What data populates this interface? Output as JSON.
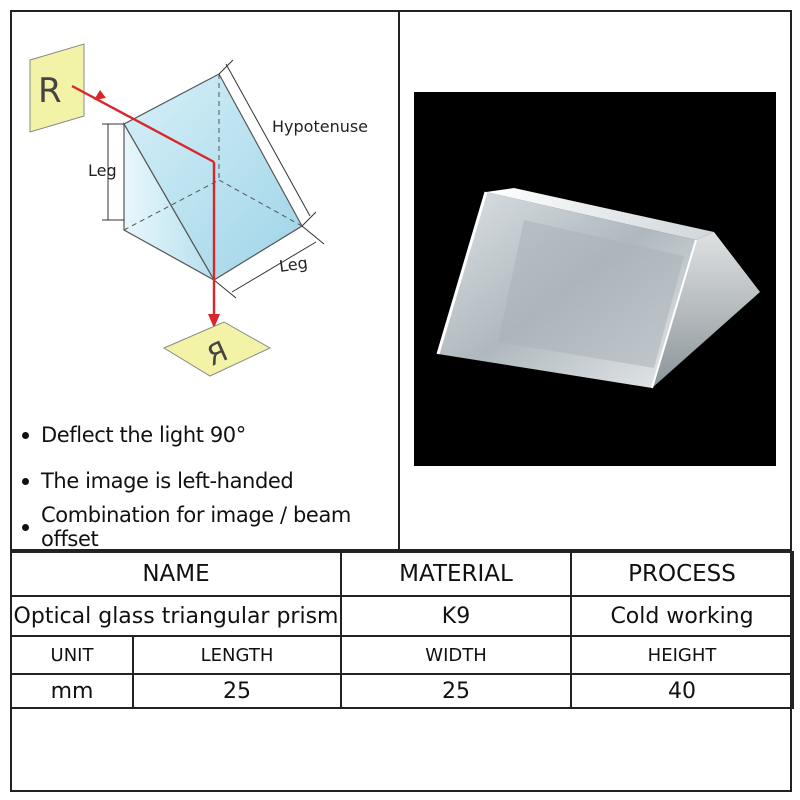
{
  "diagram": {
    "image_letter": "R",
    "hypotenuse_label": "Hypotenuse",
    "leg_label_vertical": "Leg",
    "leg_label_bottom": "Leg"
  },
  "features": [
    "Deflect the light 90°",
    "The image is left-handed",
    "Combination for image / beam offset"
  ],
  "spec_table": {
    "headers": {
      "name": "NAME",
      "material": "MATERIAL",
      "process": "PROCESS"
    },
    "values": {
      "name": "Optical glass triangular prism",
      "material": "K9",
      "process": "Cold working"
    },
    "dim_headers": {
      "unit": "UNIT",
      "length": "LENGTH",
      "width": "WIDTH",
      "height": "HEIGHT"
    },
    "dim_values": {
      "unit": "mm",
      "length": "25",
      "width": "25",
      "height": "40"
    }
  },
  "colors": {
    "arrow": "#d9262c",
    "image_card": "#f3f3a8",
    "prism_glass": "#bfe6f3",
    "photo_background": "#000000"
  }
}
